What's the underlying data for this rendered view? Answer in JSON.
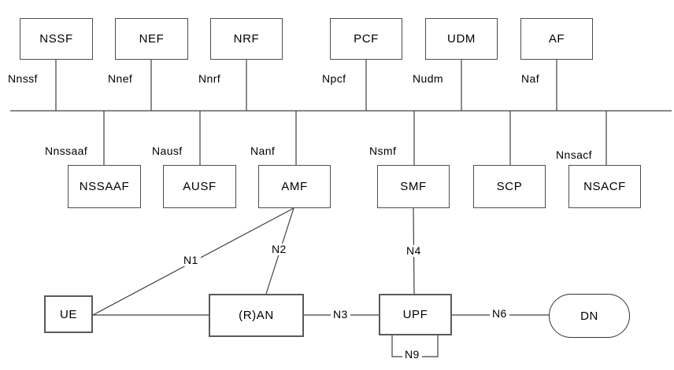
{
  "diagram_type": "5G system service-based architecture",
  "nodes": {
    "top": [
      "NSSF",
      "NEF",
      "NRF",
      "PCF",
      "UDM",
      "AF"
    ],
    "middle": [
      "NSSAAF",
      "AUSF",
      "AMF",
      "SMF",
      "SCP",
      "NSACF"
    ],
    "bottom": [
      "UE",
      "(R)AN",
      "UPF",
      "DN"
    ]
  },
  "interface_labels": {
    "bus": [
      "Nnssf",
      "Nnef",
      "Nnrf",
      "Npcf",
      "Nudm",
      "Naf"
    ],
    "nf": [
      "Nnssaaf",
      "Nausf",
      "Nanf",
      "Nsmf",
      "Nnsacf"
    ],
    "reference_points": [
      "N1",
      "N2",
      "N3",
      "N4",
      "N6",
      "N9"
    ]
  },
  "colors": {
    "line": "#404040",
    "box_border": "#5a5a5a",
    "text": "#000000",
    "background": "#ffffff"
  }
}
